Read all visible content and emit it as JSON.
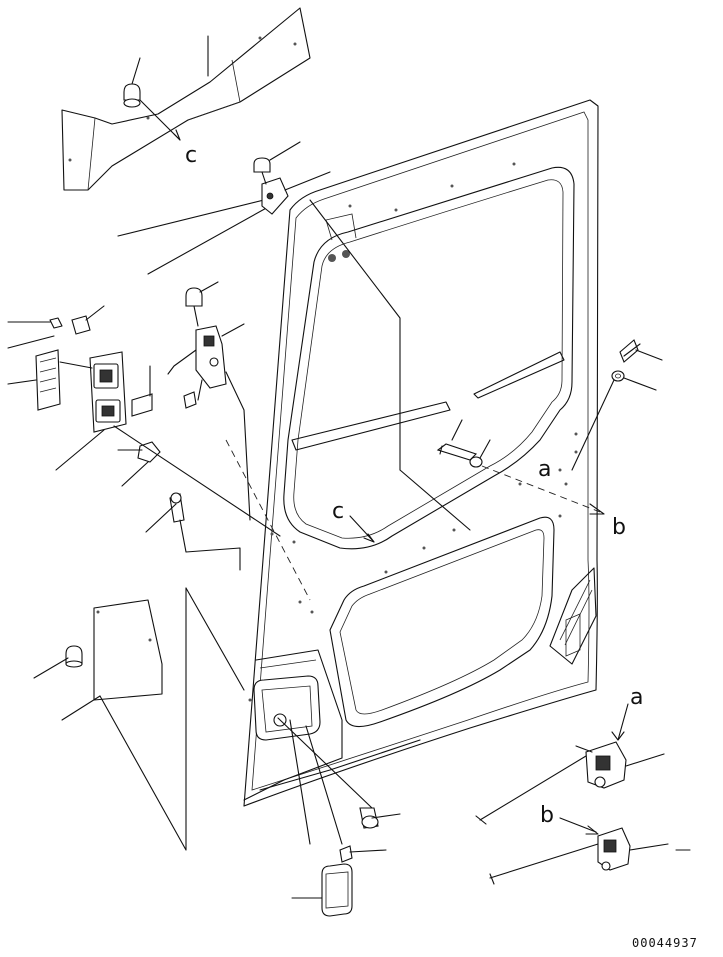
{
  "callouts": {
    "top_c": "c",
    "window_c": "c",
    "a_panel": "a",
    "b_panel": "b",
    "a_lock": "a",
    "b_lock": "b"
  },
  "drawing_code": "00044937"
}
